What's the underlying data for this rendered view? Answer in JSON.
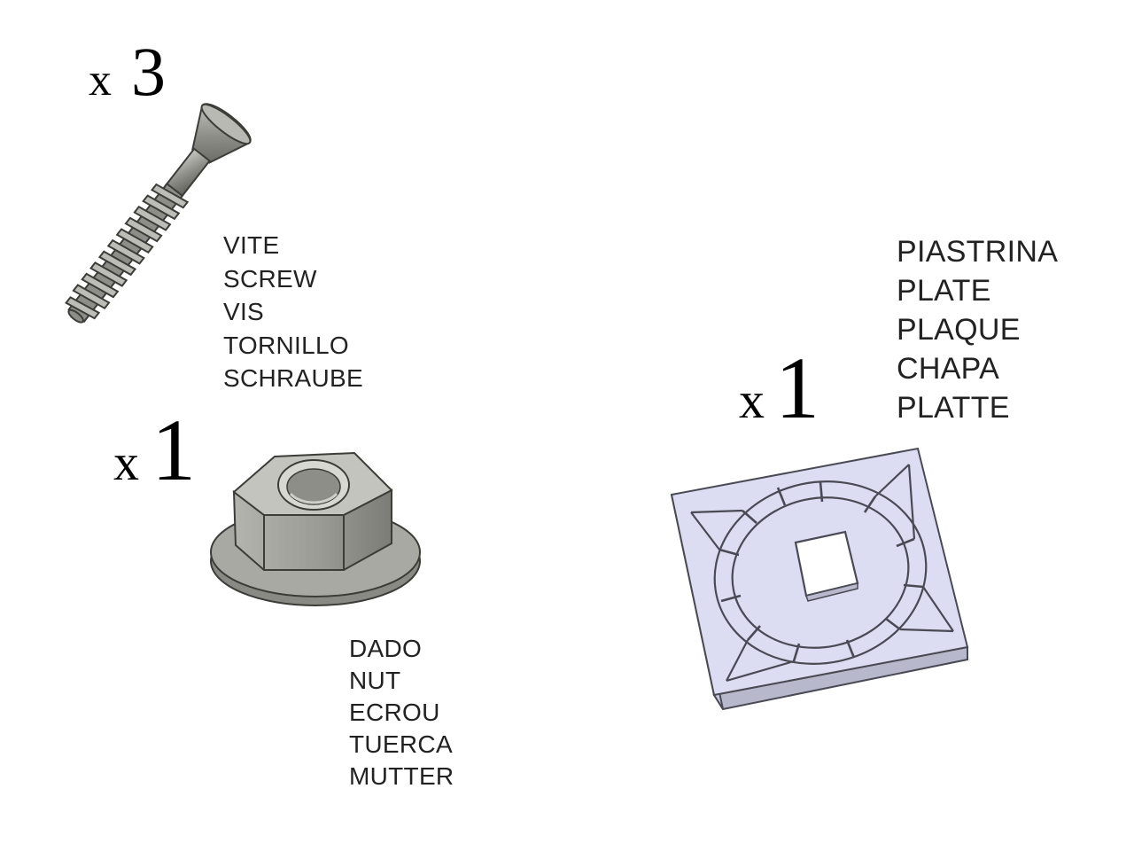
{
  "parts": [
    {
      "id": "screw",
      "quantity_prefix": "x",
      "quantity": "3",
      "image_icon": "screw-illustration",
      "names": [
        "VITE",
        "SCREW",
        "VIS",
        "TORNILLO",
        "SCHRAUBE"
      ]
    },
    {
      "id": "nut",
      "quantity_prefix": "x",
      "quantity": "1",
      "image_icon": "flange-nut-illustration",
      "names": [
        "DADO",
        "NUT",
        "ECROU",
        "TUERCA",
        "MUTTER"
      ]
    },
    {
      "id": "plate",
      "quantity_prefix": "x",
      "quantity": "1",
      "image_icon": "plate-illustration",
      "names": [
        "PIASTRINA",
        "PLATE",
        "PLAQUE",
        "CHAPA",
        "PLATTE"
      ]
    }
  ],
  "colors": {
    "text": "#222222",
    "metal": "#9a9a94",
    "metal_dark": "#55554f",
    "plate": "#d9d9f2",
    "plate_edge": "#5a5a66"
  }
}
